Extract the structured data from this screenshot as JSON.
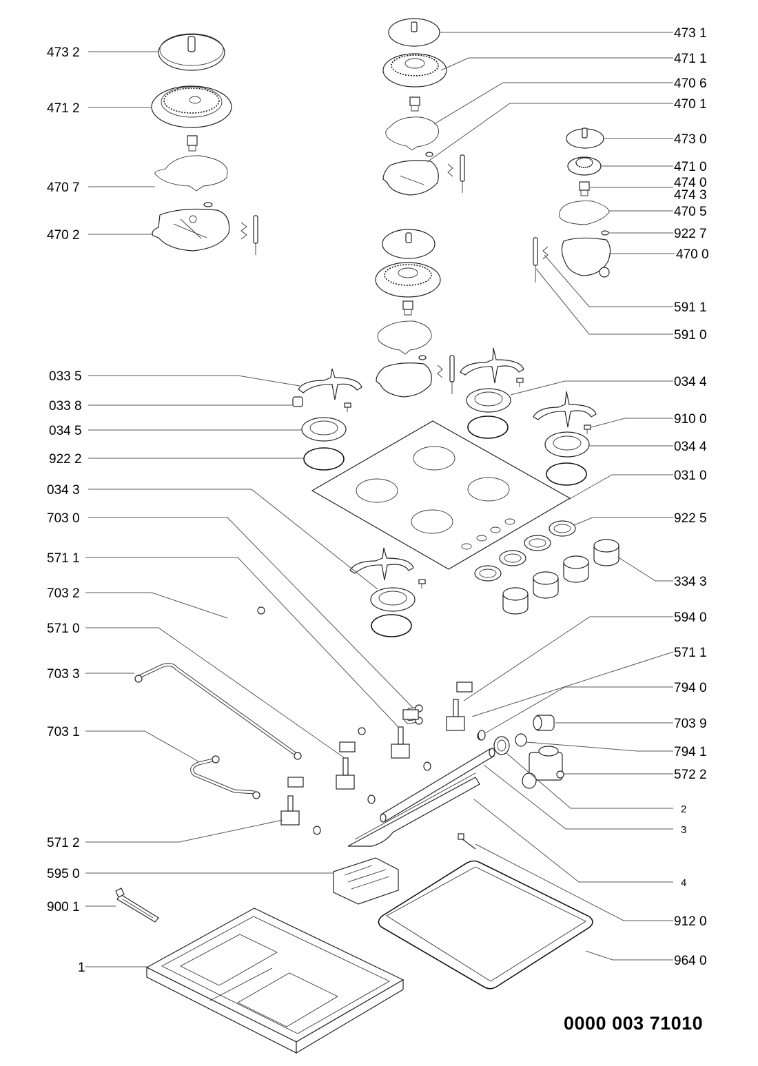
{
  "diagram": {
    "title": "Gas hob exploded parts view",
    "document_code": "0000 003 71010",
    "left_labels": [
      {
        "id": "473-2-left",
        "text": "473 2"
      },
      {
        "id": "471-2-left",
        "text": "471 2"
      },
      {
        "id": "470-7-left",
        "text": "470 7"
      },
      {
        "id": "470-2-left",
        "text": "470 2"
      },
      {
        "id": "033-5-left",
        "text": "033 5"
      },
      {
        "id": "033-8-left",
        "text": "033 8"
      },
      {
        "id": "034-5-left",
        "text": "034 5"
      },
      {
        "id": "922-2-left",
        "text": "922 2"
      },
      {
        "id": "034-3-left",
        "text": "034 3"
      },
      {
        "id": "703-0-left",
        "text": "703 0"
      },
      {
        "id": "571-1-left",
        "text": "571 1"
      },
      {
        "id": "703-2-left",
        "text": "703 2"
      },
      {
        "id": "571-0-left",
        "text": "571 0"
      },
      {
        "id": "703-3-left",
        "text": "703 3"
      },
      {
        "id": "703-1-left",
        "text": "703 1"
      },
      {
        "id": "571-2-left",
        "text": "571 2"
      },
      {
        "id": "595-0-left",
        "text": "595 0"
      },
      {
        "id": "900-1-left",
        "text": "900 1"
      },
      {
        "id": "1-left",
        "text": "1"
      }
    ],
    "right_labels": [
      {
        "id": "473-1-right",
        "text": "473 1"
      },
      {
        "id": "471-1-right",
        "text": "471 1"
      },
      {
        "id": "470-6-right",
        "text": "470 6"
      },
      {
        "id": "470-1-right",
        "text": "470 1"
      },
      {
        "id": "473-0-right",
        "text": "473 0"
      },
      {
        "id": "471-0-right",
        "text": "471 0"
      },
      {
        "id": "474-0-right",
        "text": "474 0"
      },
      {
        "id": "474-3-right",
        "text": "474 3"
      },
      {
        "id": "470-5-right",
        "text": "470 5"
      },
      {
        "id": "922-7-right",
        "text": "922 7"
      },
      {
        "id": "470-0-right",
        "text": "470 0"
      },
      {
        "id": "591-1-right",
        "text": "591 1"
      },
      {
        "id": "591-0-right",
        "text": "591 0"
      },
      {
        "id": "034-4-right-a",
        "text": "034 4"
      },
      {
        "id": "910-0-right",
        "text": "910 0"
      },
      {
        "id": "034-4-right-b",
        "text": "034 4"
      },
      {
        "id": "031-0-right",
        "text": "031 0"
      },
      {
        "id": "922-5-right",
        "text": "922 5"
      },
      {
        "id": "334-3-right",
        "text": "334 3"
      },
      {
        "id": "594-0-right",
        "text": "594 0"
      },
      {
        "id": "571-1-right",
        "text": "571 1"
      },
      {
        "id": "794-0-right",
        "text": "794 0"
      },
      {
        "id": "703-9-right",
        "text": "703 9"
      },
      {
        "id": "794-1-right",
        "text": "794 1"
      },
      {
        "id": "572-2-right",
        "text": "572 2"
      },
      {
        "id": "2-right",
        "text": "2"
      },
      {
        "id": "3-right",
        "text": "3"
      },
      {
        "id": "4-right",
        "text": "4"
      },
      {
        "id": "912-0-right",
        "text": "912 0"
      },
      {
        "id": "964-0-right",
        "text": "964 0"
      }
    ]
  }
}
